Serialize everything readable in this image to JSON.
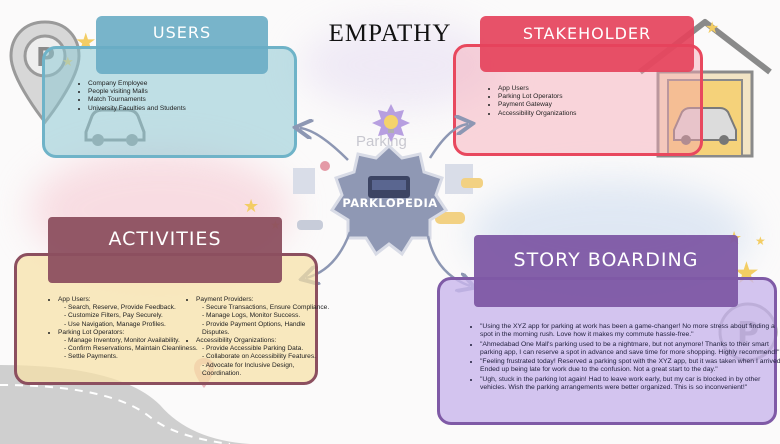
{
  "title": "EMPATHY",
  "center": {
    "label": "PARKLOPEDIA",
    "watermark": "Parking"
  },
  "colors": {
    "users_header": "#6fb3c8",
    "users_box": "#8ec9d4",
    "stakeholder_header": "#e8485e",
    "stakeholder_box": "#f7a6b4",
    "activities_header": "#8c4f5f",
    "activities_box": "#f6e1a6",
    "story_header": "#7f5aa6",
    "story_box": "#c9b6ec",
    "hub": "#8f98b4"
  },
  "users": {
    "header": "USERS",
    "items": [
      "Company Employee",
      "People visiting Malls",
      "Match Tournaments",
      "University Faculties and Students"
    ]
  },
  "stakeholder": {
    "header": "STAKEHOLDER",
    "items": [
      "App Users",
      "Parking Lot Operators",
      "Payment Gateway",
      "Accessibility Organizations"
    ]
  },
  "activities": {
    "header": "ACTIVITIES",
    "left": {
      "app_users": "App Users:",
      "app_users_lines": [
        "- Search, Reserve, Provide Feedback.",
        "- Customize Filters, Pay Securely.",
        "- Use Navigation, Manage Profiles."
      ],
      "operators": "Parking Lot Operators:",
      "operators_lines": [
        "- Manage Inventory, Monitor Availability.",
        "- Confirm Reservations, Maintain Cleanliness.",
        "- Settle Payments."
      ]
    },
    "right": {
      "payment": "Payment Providers:",
      "payment_lines": [
        "- Secure Transactions, Ensure Compliance.",
        "- Manage Logs, Monitor Success.",
        "- Provide Payment Options, Handle Disputes."
      ],
      "access": "Accessibility Organizations:",
      "access_lines": [
        "- Provide Accessible Parking Data.",
        "- Collaborate on Accessibility Features.",
        "- Advocate for Inclusive Design, Coordination."
      ]
    }
  },
  "story": {
    "header": "STORY BOARDING",
    "items": [
      "\"Using the XYZ app for parking at work has been a game-changer! No more stress about finding a spot in the morning rush. Love how it makes my commute hassle-free.\"",
      "\"Ahmedabad One Mall's parking used to be a nightmare, but not anymore! Thanks to their smart parking app, I can reserve a spot in advance and save time for more shopping. Highly recommend!\"",
      "\"Feeling frustrated today! Reserved a parking spot with the XYZ app, but it was taken when I arrived. Ended up being late for work due to the confusion. Not a great start to the day.\"",
      "\"Ugh, stuck in the parking lot again! Had to leave work early, but my car is blocked in by other vehicles. Wish the parking arrangements were better organized. This is so inconvenient!\""
    ]
  }
}
